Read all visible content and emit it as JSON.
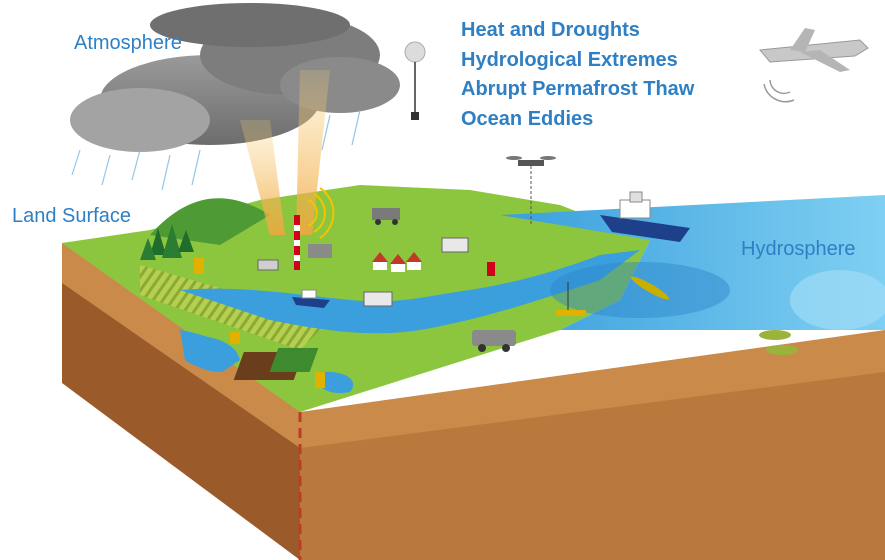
{
  "labels": {
    "atmosphere": "Atmosphere",
    "land_surface": "Land Surface",
    "hydrosphere": "Hydrosphere"
  },
  "themes": [
    "Heat and Droughts",
    "Hydrological Extremes",
    "Abrupt Permafrost Thaw",
    "Ocean Eddies"
  ],
  "colors": {
    "label_blue": "#2f7fc4",
    "cloud_gray": "#8c8c8c",
    "grass_green": "#8cc63f",
    "water_blue": "#3a9fdc",
    "ocean_light": "#6ec6ee",
    "soil_tan": "#c98a4a",
    "soil_dark": "#9b5a2a"
  },
  "icons": [
    "storm-cloud-icon",
    "weather-balloon-icon",
    "aircraft-icon",
    "radar-tower-icon",
    "drone-icon",
    "research-ship-icon",
    "buoy-icon",
    "underwater-glider-icon",
    "vehicle-icon",
    "instrument-shelter-icon",
    "forest-icon"
  ]
}
